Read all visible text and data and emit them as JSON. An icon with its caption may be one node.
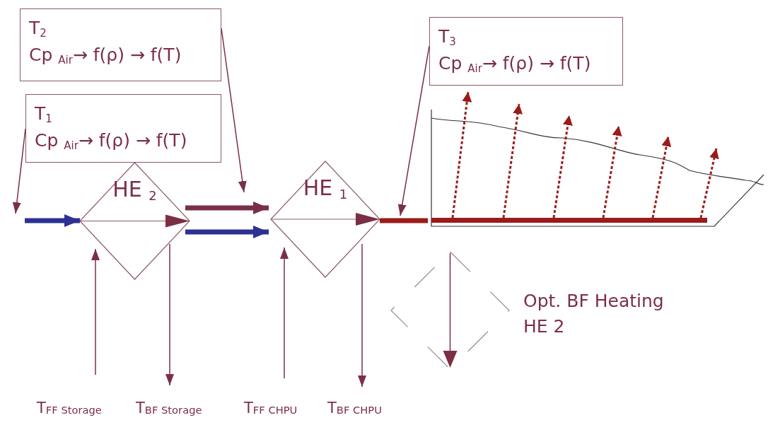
{
  "diagram": {
    "nodes": [
      {
        "text": [
          "T$_{2}$",
          "Cp $_{Air}$→ f(ρ) → f(T)"
        ]
      },
      {
        "text": [
          "T$_{1}$",
          "Cp $_{Air}$→  f(ρ) → f(T)"
        ]
      },
      {
        "text": [
          "T$_{3}$",
          "Cp $_{Air}$→ f(ρ) → f(T)"
        ]
      },
      {
        "text": [
          "HE $_{2}$"
        ]
      },
      {
        "text": [
          "HE $_{1}$"
        ]
      },
      {
        "text": [
          "T$_{FF Storage}$"
        ]
      },
      {
        "text": [
          "T$_{BF Storage}$"
        ]
      },
      {
        "text": [
          "T$_{FF CHPU}$"
        ]
      },
      {
        "text": [
          "T$_{BF CHPU}$"
        ]
      },
      {
        "text": [],
        "shape": "diamond",
        "beside": [
          "Opt. BF Heating HE 2"
        ]
      },
      {
        "text": [],
        "shape": "picture"
      }
    ],
    "edges": [
      {
        "from": 0,
        "to": null,
        "arrow": "to"
      },
      {
        "from": 1,
        "to": null,
        "arrow": "to"
      },
      {
        "from": 2,
        "to": null,
        "arrow": "to"
      },
      {
        "from": null,
        "to": 3,
        "arrow": "to",
        "style": "thick",
        "color": "#2e3192"
      },
      {
        "from": 3,
        "to": 4,
        "arrow": "to",
        "style": "thick"
      },
      {
        "from": 3,
        "to": 4,
        "arrow": "to",
        "style": "thick",
        "color": "#2e3192"
      },
      {
        "from": 4,
        "to": 10,
        "arrow": "none",
        "style": "thick",
        "color": "#9b1b1b"
      },
      {
        "from": 5,
        "to": 3,
        "arrow": "to"
      },
      {
        "from": 3,
        "to": 6,
        "arrow": "to"
      },
      {
        "from": 7,
        "to": 4,
        "arrow": "to"
      },
      {
        "from": 4,
        "to": 8,
        "arrow": "to"
      }
    ]
  }
}
